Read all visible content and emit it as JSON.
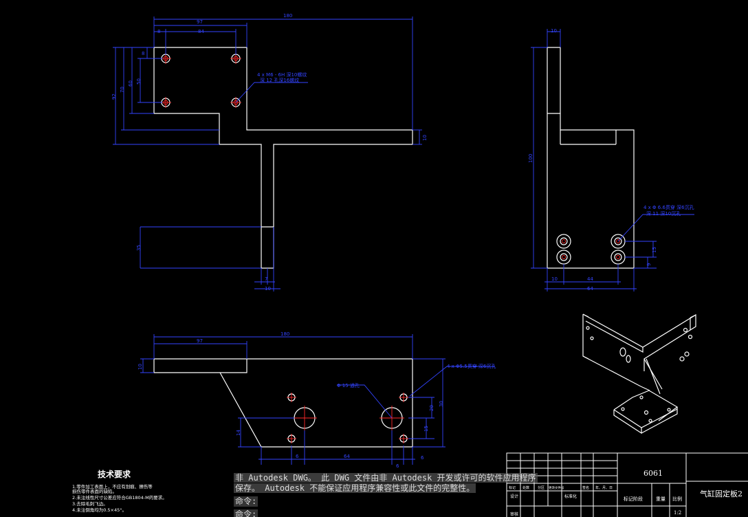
{
  "dimensions": {
    "top_total": "180",
    "top_left_width": "97",
    "top_hole_spacing": "84",
    "top_hole_offset": "8",
    "top_left_heights": [
      "8",
      "50",
      "60",
      "70",
      "92"
    ],
    "top_small": "10",
    "top_leg": "35",
    "top_leg_w": "7",
    "top_leg_base": "10",
    "top_hole_note_1": "4 x M6 - 6H 深10螺纹",
    "top_hole_note_2": "深 12 孔深16螺纹",
    "side_width": "10",
    "side_height": "100",
    "side_hole_note_1": "4 x Φ 6.6贯穿 深6沉孔",
    "side_hole_note_2": "深 11 深10沉孔",
    "side_bottom_1": "10",
    "side_bottom_2": "44",
    "side_bottom_3": "64",
    "side_right_1": "15",
    "side_right_2": "9",
    "front_total": "180",
    "front_left": "97",
    "front_thk": "10",
    "front_note": "4 x Φ5.5贯穿 深6沉孔",
    "front_center_note": "Φ 15 通孔",
    "front_heights": [
      "30",
      "20",
      "15"
    ],
    "front_bottom_1": "6",
    "front_bottom_2": "64",
    "front_bottom_3": "6",
    "front_bottom_4": "6",
    "front_left_h": "14"
  },
  "notes": {
    "title": "技术要求",
    "lines": [
      "1.零件加工表面上，不应有划痕、擦伤等",
      "  损伤零件表面的缺陷。",
      "2.未注线性尺寸公差应符合GB1804-M的要求。",
      "3.去除毛刺飞边。",
      "4.未注倒角均为0.5×45°。"
    ]
  },
  "title_block": {
    "material": "6061",
    "part_name": "气缸固定板2",
    "stage_label": "标记阶段",
    "weight_label": "重量",
    "scale_label": "比例",
    "scale_value": "1:2",
    "row_labels": [
      "标记",
      "处数",
      "分区",
      "更改文件号",
      "签名",
      "年、月、日"
    ],
    "design_label": "设计",
    "standard_label": "标准化",
    "review_label": "审核"
  },
  "command_line": {
    "warning_line1": "非 Autodesk DWG。 此 DWG 文件由非 Autodesk 开发或许可的软件应用程序",
    "warning_line2": "保存。 Autodesk 不能保证应用程序兼容性或此文件的完整性。",
    "prompt1": "命令:",
    "prompt2": "命令:"
  }
}
